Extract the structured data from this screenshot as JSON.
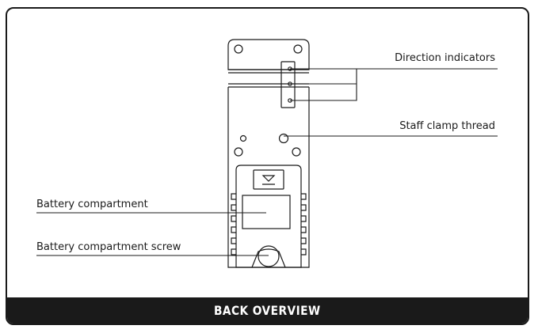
{
  "labels": {
    "direction_indicators": "Direction indicators",
    "staff_clamp_thread": "Staff clamp thread",
    "battery_compartment": "Battery compartment",
    "battery_compartment_screw": "Battery compartment screw"
  },
  "footer": {
    "title": "BACK OVERVIEW"
  },
  "colors": {
    "ink": "#1a1a1a",
    "background": "#ffffff",
    "footer_bg": "#1a1a1a",
    "footer_text": "#ffffff"
  }
}
